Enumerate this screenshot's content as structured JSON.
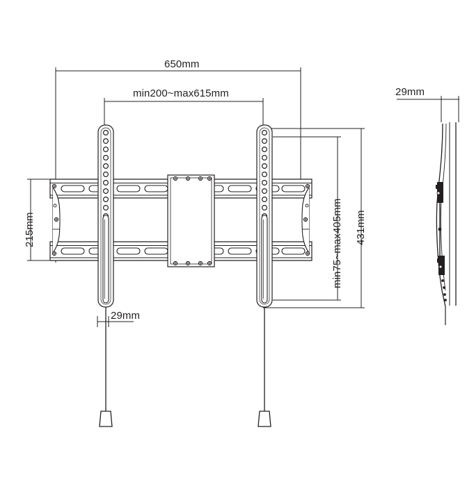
{
  "drawing": {
    "title": "TV wall mount bracket technical dimension drawing",
    "line_color": "#231f20",
    "background_color": "#ffffff",
    "views": {
      "front": "front-elevation",
      "side": "side-profile"
    }
  },
  "dimensions": {
    "overall_width": "650mm",
    "bracket_span_width": "min200~max615mm",
    "rail_height": "215mm",
    "overall_height": "431mm",
    "vesa_vertical_range": "min75~max405mm",
    "depth_front": "29mm",
    "depth_side": "29mm"
  },
  "labels": [
    {
      "id": "width-650",
      "text": "650mm",
      "orientation": "horizontal"
    },
    {
      "id": "span-200-615",
      "text": "min200~max615mm",
      "orientation": "horizontal"
    },
    {
      "id": "height-215",
      "text": "215mm",
      "orientation": "vertical"
    },
    {
      "id": "height-431",
      "text": "431mm",
      "orientation": "vertical"
    },
    {
      "id": "vesa-75-405",
      "text": "min75~max405mm",
      "orientation": "vertical"
    },
    {
      "id": "depth-29-front",
      "text": "29mm",
      "orientation": "horizontal"
    },
    {
      "id": "depth-29-side",
      "text": "29mm",
      "orientation": "horizontal"
    }
  ],
  "parts": {
    "top_rail": "horizontal-mounting-rail-top",
    "bottom_rail": "horizontal-mounting-rail-bottom",
    "center_plate": "center-wall-plate",
    "left_arm": "vertical-mounting-arm-left",
    "right_arm": "vertical-mounting-arm-right",
    "left_endcap": "rail-end-cap-left",
    "right_endcap": "rail-end-cap-right",
    "pull_cord_left": "release-pull-cord-left",
    "pull_cord_right": "release-pull-cord-right"
  }
}
